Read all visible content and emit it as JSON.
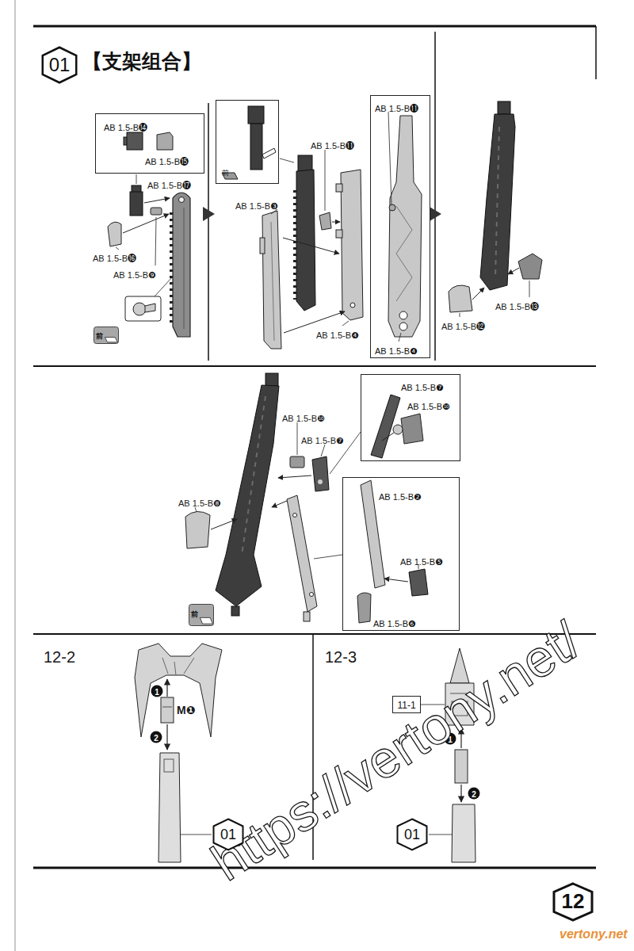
{
  "diagram": {
    "title": "【支架组合】",
    "nodes": [
      {
        "text": [
          "01"
        ]
      },
      {
        "text": [
          "AB 1.5-B⓮",
          "AB 1.5-B⓯"
        ]
      },
      {
        "text": [
          "前"
        ]
      },
      {
        "text": [
          "AB 1.5-B⓫",
          "AB 1.5-B❹"
        ]
      },
      {
        "text": [
          "前"
        ]
      },
      {
        "text": [
          "AB 1.5-B❼",
          "AB 1.5-B❿"
        ]
      },
      {
        "text": [
          "AB 1.5-B❷",
          "AB 1.5-B❺",
          "AB 1.5-B❻"
        ]
      },
      {
        "text": [
          "前"
        ]
      },
      {
        "text": [
          "01"
        ]
      },
      {
        "text": [
          "11-1"
        ]
      },
      {
        "text": [
          "01"
        ]
      },
      {
        "text": [
          "12"
        ]
      }
    ],
    "labels": [
      "AB 1.5-B⓱",
      "AB 1.5-B⓰",
      "AB 1.5-B❾",
      "AB 1.5-B⓫",
      "AB 1.5-B❸",
      "AB 1.5-B❹",
      "AB 1.5-B⓭",
      "AB 1.5-B⓬",
      "AB 1.5-B❿",
      "AB 1.5-B❼",
      "AB 1.5-B❽",
      "12-2",
      "1",
      "M❶",
      "2",
      "12-3",
      "1",
      "2",
      "https://vertony.net/",
      "vertony.net"
    ]
  }
}
